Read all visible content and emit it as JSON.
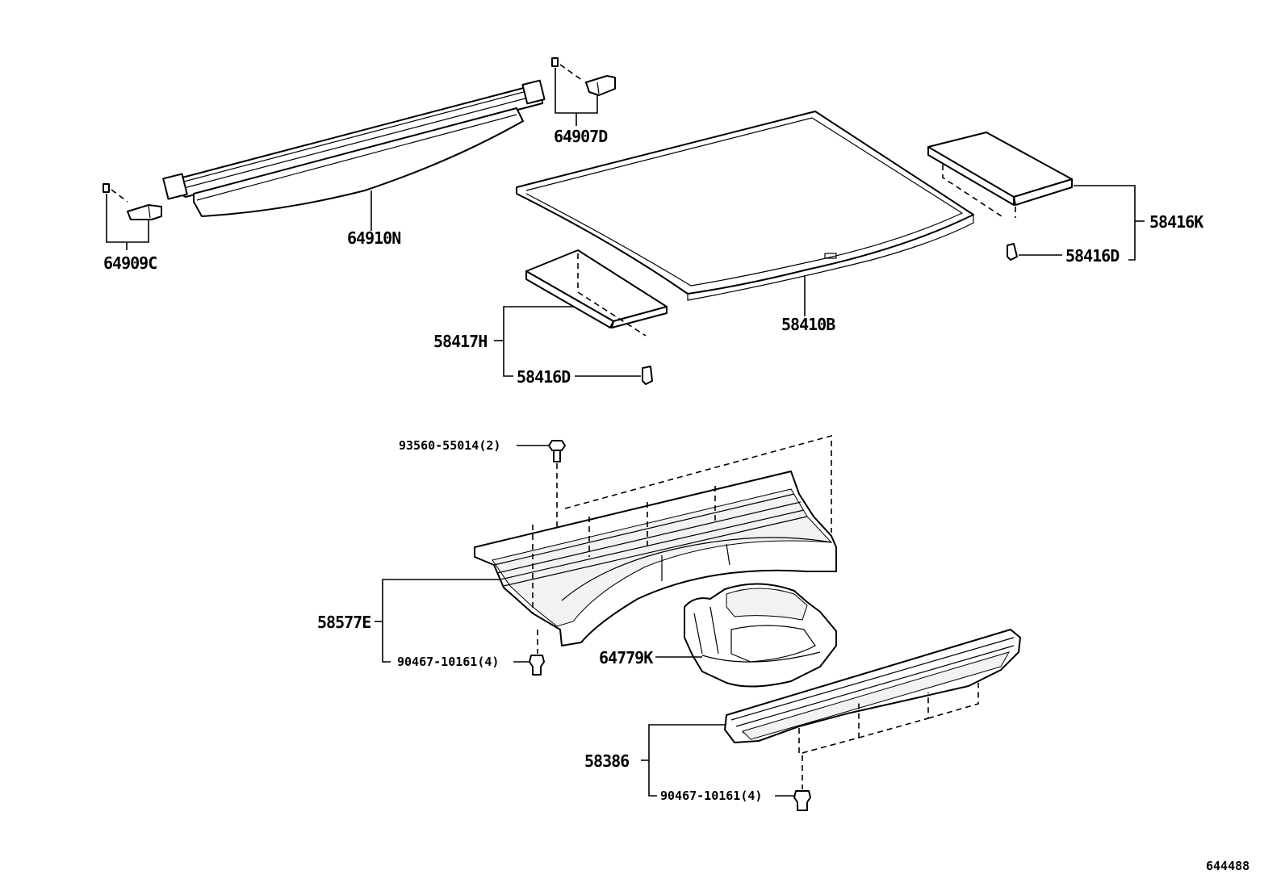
{
  "labels": {
    "p64909C": "64909C",
    "p64910N": "64910N",
    "p64907D": "64907D",
    "p58410B": "58410B",
    "p58416K": "58416K",
    "p58416D_right": "58416D",
    "p58417H": "58417H",
    "p58416D_left": "58416D",
    "p93560": "93560-55014(2)",
    "p58577E": "58577E",
    "p90467_a": "90467-10161(4)",
    "p64779K": "64779K",
    "p58386": "58386",
    "p90467_b": "90467-10161(4)"
  },
  "diagram_id": "644488"
}
